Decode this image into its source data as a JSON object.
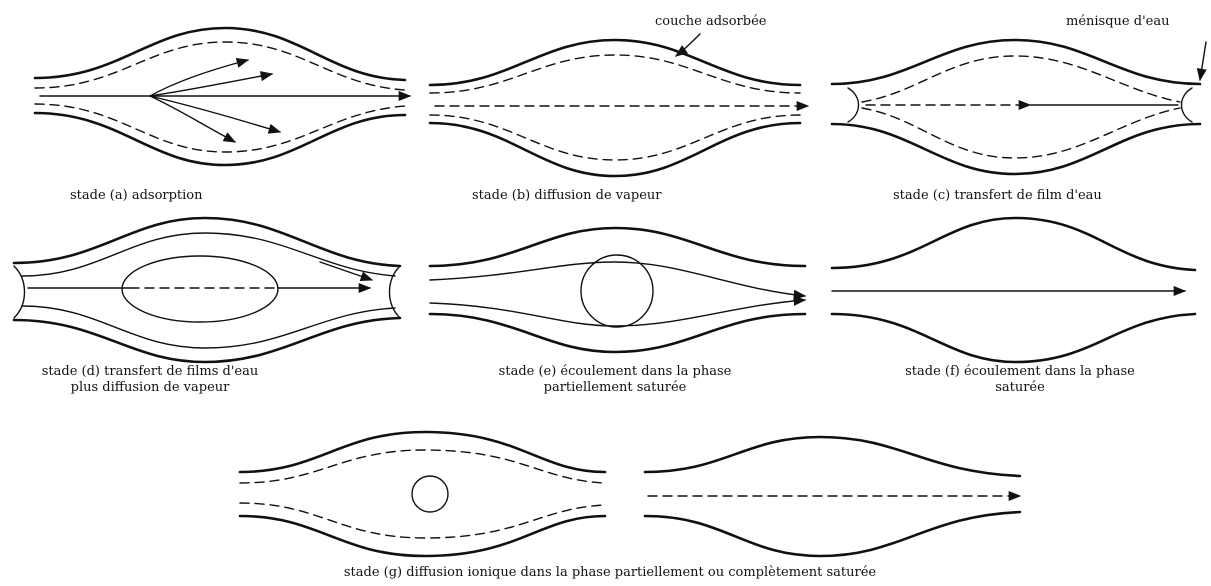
{
  "annotations": {
    "adsorbed_layer": "couche adsorbée",
    "water_meniscus": "ménisque d'eau"
  },
  "stages": {
    "a": {
      "line1": "stade (a) adsorption"
    },
    "b": {
      "line1": "stade (b) diffusion de vapeur"
    },
    "c": {
      "line1": "stade (c) transfert de film d'eau"
    },
    "d": {
      "line1": "stade (d) transfert de films d'eau",
      "line2": "plus diffusion de vapeur"
    },
    "e": {
      "line1": "stade (e) écoulement dans la phase",
      "line2": "partiellement saturée"
    },
    "f": {
      "line1": "stade (f) écoulement dans la phase",
      "line2": "saturée"
    },
    "g": {
      "line1": "stade (g) diffusion ionique dans la phase partiellement ou complètement saturée"
    }
  }
}
